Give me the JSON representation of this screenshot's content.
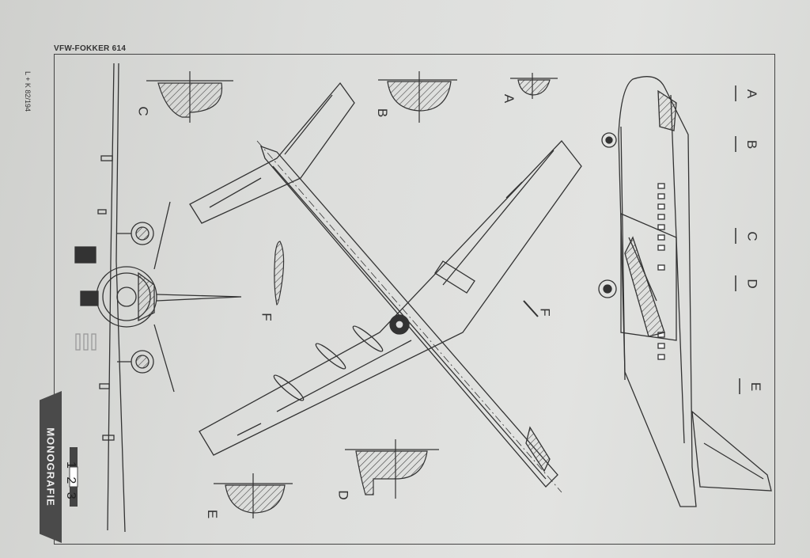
{
  "header": {
    "title": "VFW-FOKKER 614",
    "ref_code": "L + K 82/194"
  },
  "sections": {
    "profile_labels": [
      "A",
      "B",
      "C",
      "D",
      "E"
    ],
    "section_lines": [
      "A",
      "B",
      "C",
      "D",
      "E"
    ],
    "airfoil_label": "F",
    "wing_section_label": "F"
  },
  "scale": {
    "numbers": "1 2 3"
  },
  "brand": {
    "text": "MONOGRAFIE"
  },
  "colors": {
    "paper": "#dcdddb",
    "ink": "#333333",
    "brand_band": "#4a4a4a"
  }
}
